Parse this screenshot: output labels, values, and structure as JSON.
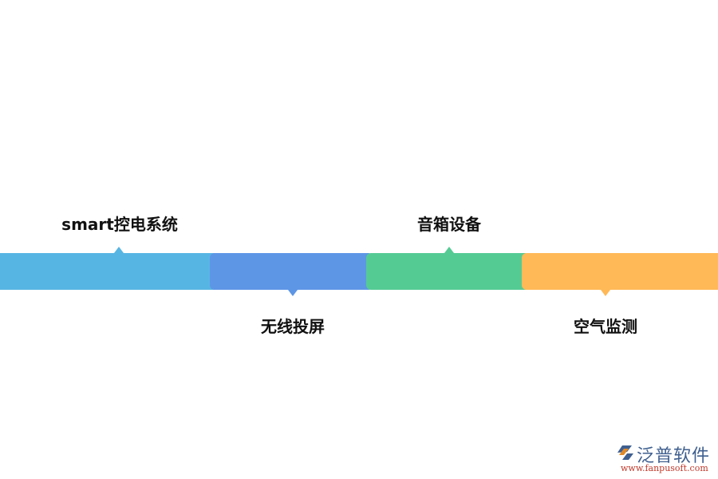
{
  "timeline": {
    "items": [
      {
        "label": "smart控电系统",
        "color": "#57B5E3",
        "position": "top"
      },
      {
        "label": "无线投屏",
        "color": "#5E96E6",
        "position": "bottom"
      },
      {
        "label": "音箱设备",
        "color": "#55CB94",
        "position": "top"
      },
      {
        "label": "空气监测",
        "color": "#FFB957",
        "position": "bottom"
      }
    ]
  },
  "watermark": {
    "name": "泛普软件",
    "url": "www.fanpusoft.com"
  }
}
